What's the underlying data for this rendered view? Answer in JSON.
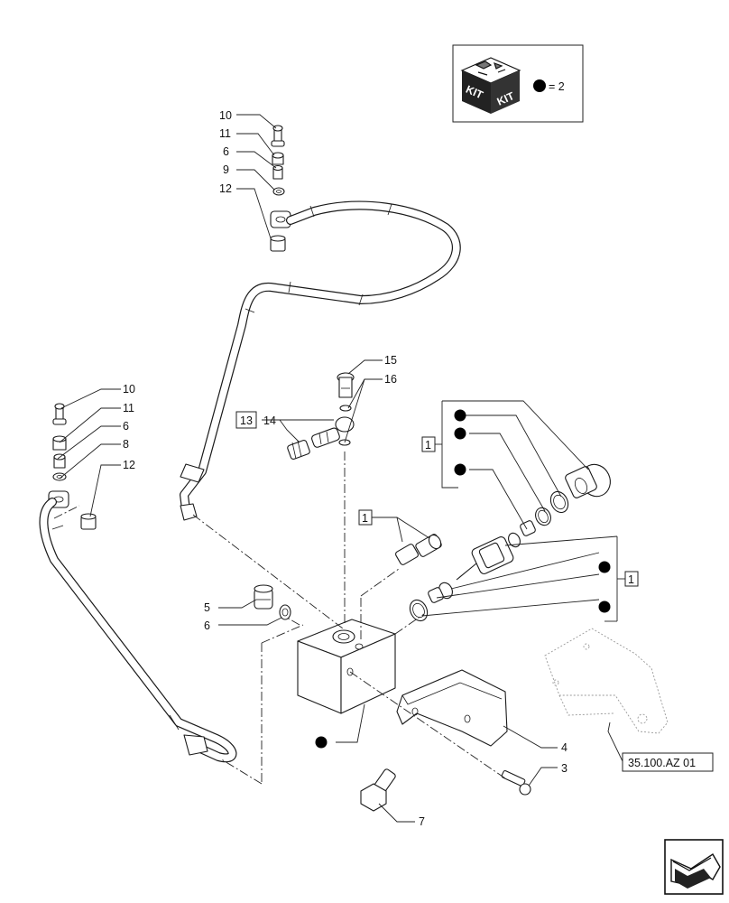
{
  "kit_box": {
    "kit_left": "KIT",
    "kit_right": "KIT",
    "equals_value": "= 2"
  },
  "callouts": {
    "c10a": "10",
    "c11a": "11",
    "c6a": "6",
    "c9a": "9",
    "c12a": "12",
    "c10b": "10",
    "c11b": "11",
    "c6b": "6",
    "c8b": "8",
    "c12b": "12",
    "c15": "15",
    "c16": "16",
    "c13": "13",
    "c14": "14",
    "c1a": "1",
    "c1b": "1",
    "c1c": "1",
    "c5": "5",
    "c6c": "6",
    "c4": "4",
    "c3": "3",
    "c7": "7"
  },
  "reference": {
    "label": "35.100.AZ 01"
  },
  "nav": {
    "icon": "next-page-arrow-icon"
  }
}
